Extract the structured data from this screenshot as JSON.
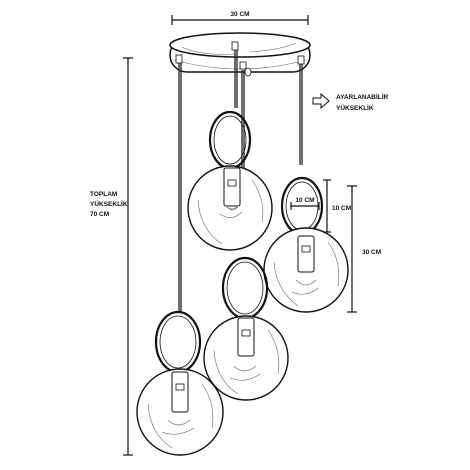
{
  "labels": {
    "canopy_width": "30 CM",
    "adjustable_line1": "AYARLANABİLİR",
    "adjustable_line2": "YÜKSEKLİK",
    "total_line1": "TOPLAM",
    "total_line2": "YÜKSEKLİK",
    "total_line3": "70 CM",
    "ring_height": "10 CM",
    "ring_width": "10 CM",
    "pendant_height": "30 CM"
  },
  "colors": {
    "line": "#111111",
    "background": "#ffffff"
  },
  "icons": {
    "adjustable_arrow": "right-outline-arrow-icon"
  }
}
